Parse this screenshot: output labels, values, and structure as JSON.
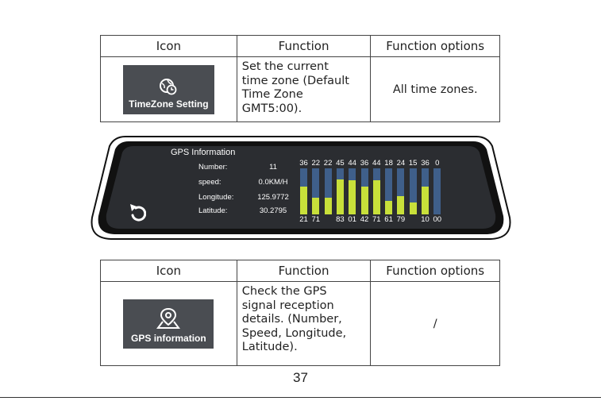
{
  "table1": {
    "headers": [
      "Icon",
      "Function",
      "Function  options"
    ],
    "icon_label": "TimeZone Setting",
    "icon_name": "clock-globe-icon",
    "function_lines": [
      "Set the current",
      "time zone (Default",
      "Time Zone GMT5:00)."
    ],
    "options": "All time zones."
  },
  "screen": {
    "title": "GPS Information",
    "rows": [
      {
        "label": "Number:",
        "value": "11"
      },
      {
        "label": "speed:",
        "value": "0.0KM/H"
      },
      {
        "label": "Longitude:",
        "value": "125.9772"
      },
      {
        "label": "Latitude:",
        "value": "30.2795"
      }
    ],
    "back_icon": "back-arrow-icon",
    "signal_max": 60,
    "satellites": [
      {
        "top": "36",
        "bottom": "21",
        "signal": 36
      },
      {
        "top": "22",
        "bottom": "71",
        "signal": 22
      },
      {
        "top": "22",
        "bottom": "",
        "signal": 22
      },
      {
        "top": "45",
        "bottom": "83",
        "signal": 45
      },
      {
        "top": "44",
        "bottom": "01",
        "signal": 44
      },
      {
        "top": "36",
        "bottom": "42",
        "signal": 36
      },
      {
        "top": "44",
        "bottom": "71",
        "signal": 44
      },
      {
        "top": "18",
        "bottom": "61",
        "signal": 18
      },
      {
        "top": "24",
        "bottom": "79",
        "signal": 24
      },
      {
        "top": "15",
        "bottom": "",
        "signal": 15
      },
      {
        "top": "36",
        "bottom": "10",
        "signal": 36
      },
      {
        "top": "0",
        "bottom": "00",
        "signal": 0
      }
    ],
    "colors": {
      "bar_active": "#c8e03a",
      "bar_track": "#3f5f8a",
      "screen_bg": "#2b2d31"
    }
  },
  "table2": {
    "headers": [
      "Icon",
      "Function",
      "Function  options"
    ],
    "icon_label": "GPS information",
    "icon_name": "map-pin-icon",
    "function_lines": [
      "Check the GPS",
      "signal reception",
      "details. (Number,",
      "Speed, Longitude,",
      "Latitude)."
    ],
    "options": "/"
  },
  "page_number": "37"
}
